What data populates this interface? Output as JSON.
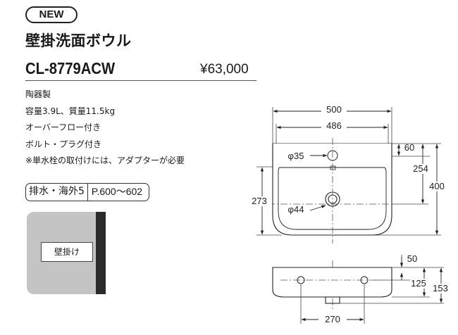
{
  "product": {
    "badge": "NEW",
    "title": "壁掛洗面ボウル",
    "model": "CL-8779ACW",
    "price": "¥63,000"
  },
  "specs": [
    "陶器製",
    "容量3.9L、質量11.5kg",
    "オーバーフロー付き",
    "ボルト・プラグ付き",
    "※単水栓の取付けには、アダプターが必要"
  ],
  "reference": {
    "label": "排水・海外5",
    "page": "P.600〜602"
  },
  "installation": {
    "label": "壁掛け"
  },
  "dimensions": {
    "overall_width": "500",
    "inner_width": "486",
    "faucet_hole": "φ35",
    "drain_hole": "φ44",
    "hole_offset": "60",
    "basin_depth": "254",
    "overall_depth": "400",
    "drain_position": "273",
    "side_top": "50",
    "side_middle": "125",
    "side_height": "153",
    "bolt_pitch": "270"
  }
}
